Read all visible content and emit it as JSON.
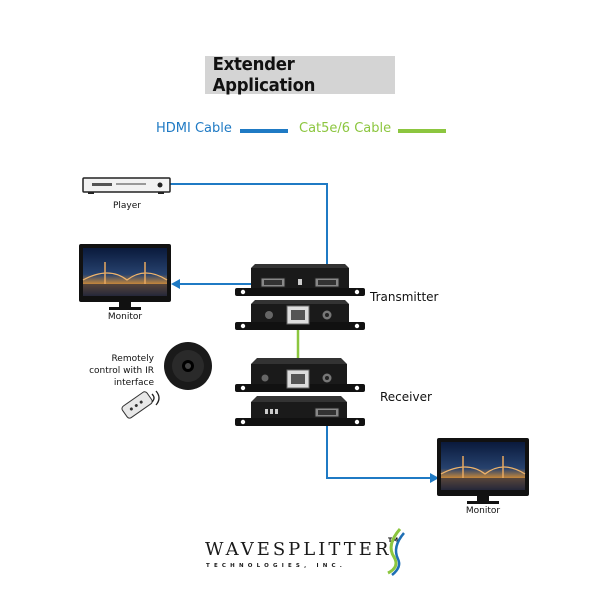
{
  "title": "Extender Application",
  "legend": {
    "hdmi_label": "HDMI Cable",
    "cat_label": "Cat5e/6 Cable",
    "hdmi_color": "#1f7ac4",
    "cat_color": "#8cc63f"
  },
  "devices": {
    "player": "Player",
    "monitor_local": "Monitor",
    "monitor_remote": "Monitor",
    "transmitter": "Transmitter",
    "receiver": "Receiver",
    "ir_note": "Remotely control with IR interface"
  },
  "logo": {
    "name": "WAVESPLITTER",
    "trademark": "TM",
    "tagline": "TECHNOLOGIES, INC."
  },
  "icons": [
    "player-icon",
    "monitor-icon",
    "transmitter-icon",
    "receiver-icon",
    "ir-sensor-icon",
    "remote-control-icon",
    "logo-swoosh-icon"
  ]
}
